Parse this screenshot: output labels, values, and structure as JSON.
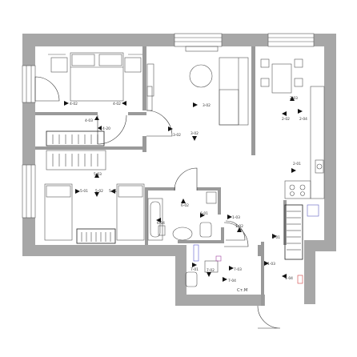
{
  "labels": {
    "bedroom1_left": "4-02",
    "bedroom1_right": "4-02",
    "bedroom1_corr_a": "4-03",
    "bedroom1_corr_b": "4-20",
    "living_a": "3-02",
    "living_b": "3-02",
    "hall_a": "3-02",
    "kitchen_a": "2-03",
    "kitchen_b": "2-02",
    "kitchen_c": "2-04",
    "kitchen_d": "2-01",
    "bedroom2_a": "5-03",
    "bedroom2_b": "5-01",
    "bedroom2_c": "5-02",
    "bedroom2_d": "5-01",
    "bath_a": "6-02",
    "bath_b": "6-04",
    "bath_c": "6-01",
    "corridor_a": "1-03",
    "corridor_b": "1-02",
    "corridor_c": "1-01",
    "wc_a": "7-01",
    "wc_b": "7-02",
    "wc_c": "7-03",
    "wc_d": "7-04",
    "entry_a": "1-03",
    "entry_b": "1-04",
    "storage": "Ст.М"
  }
}
